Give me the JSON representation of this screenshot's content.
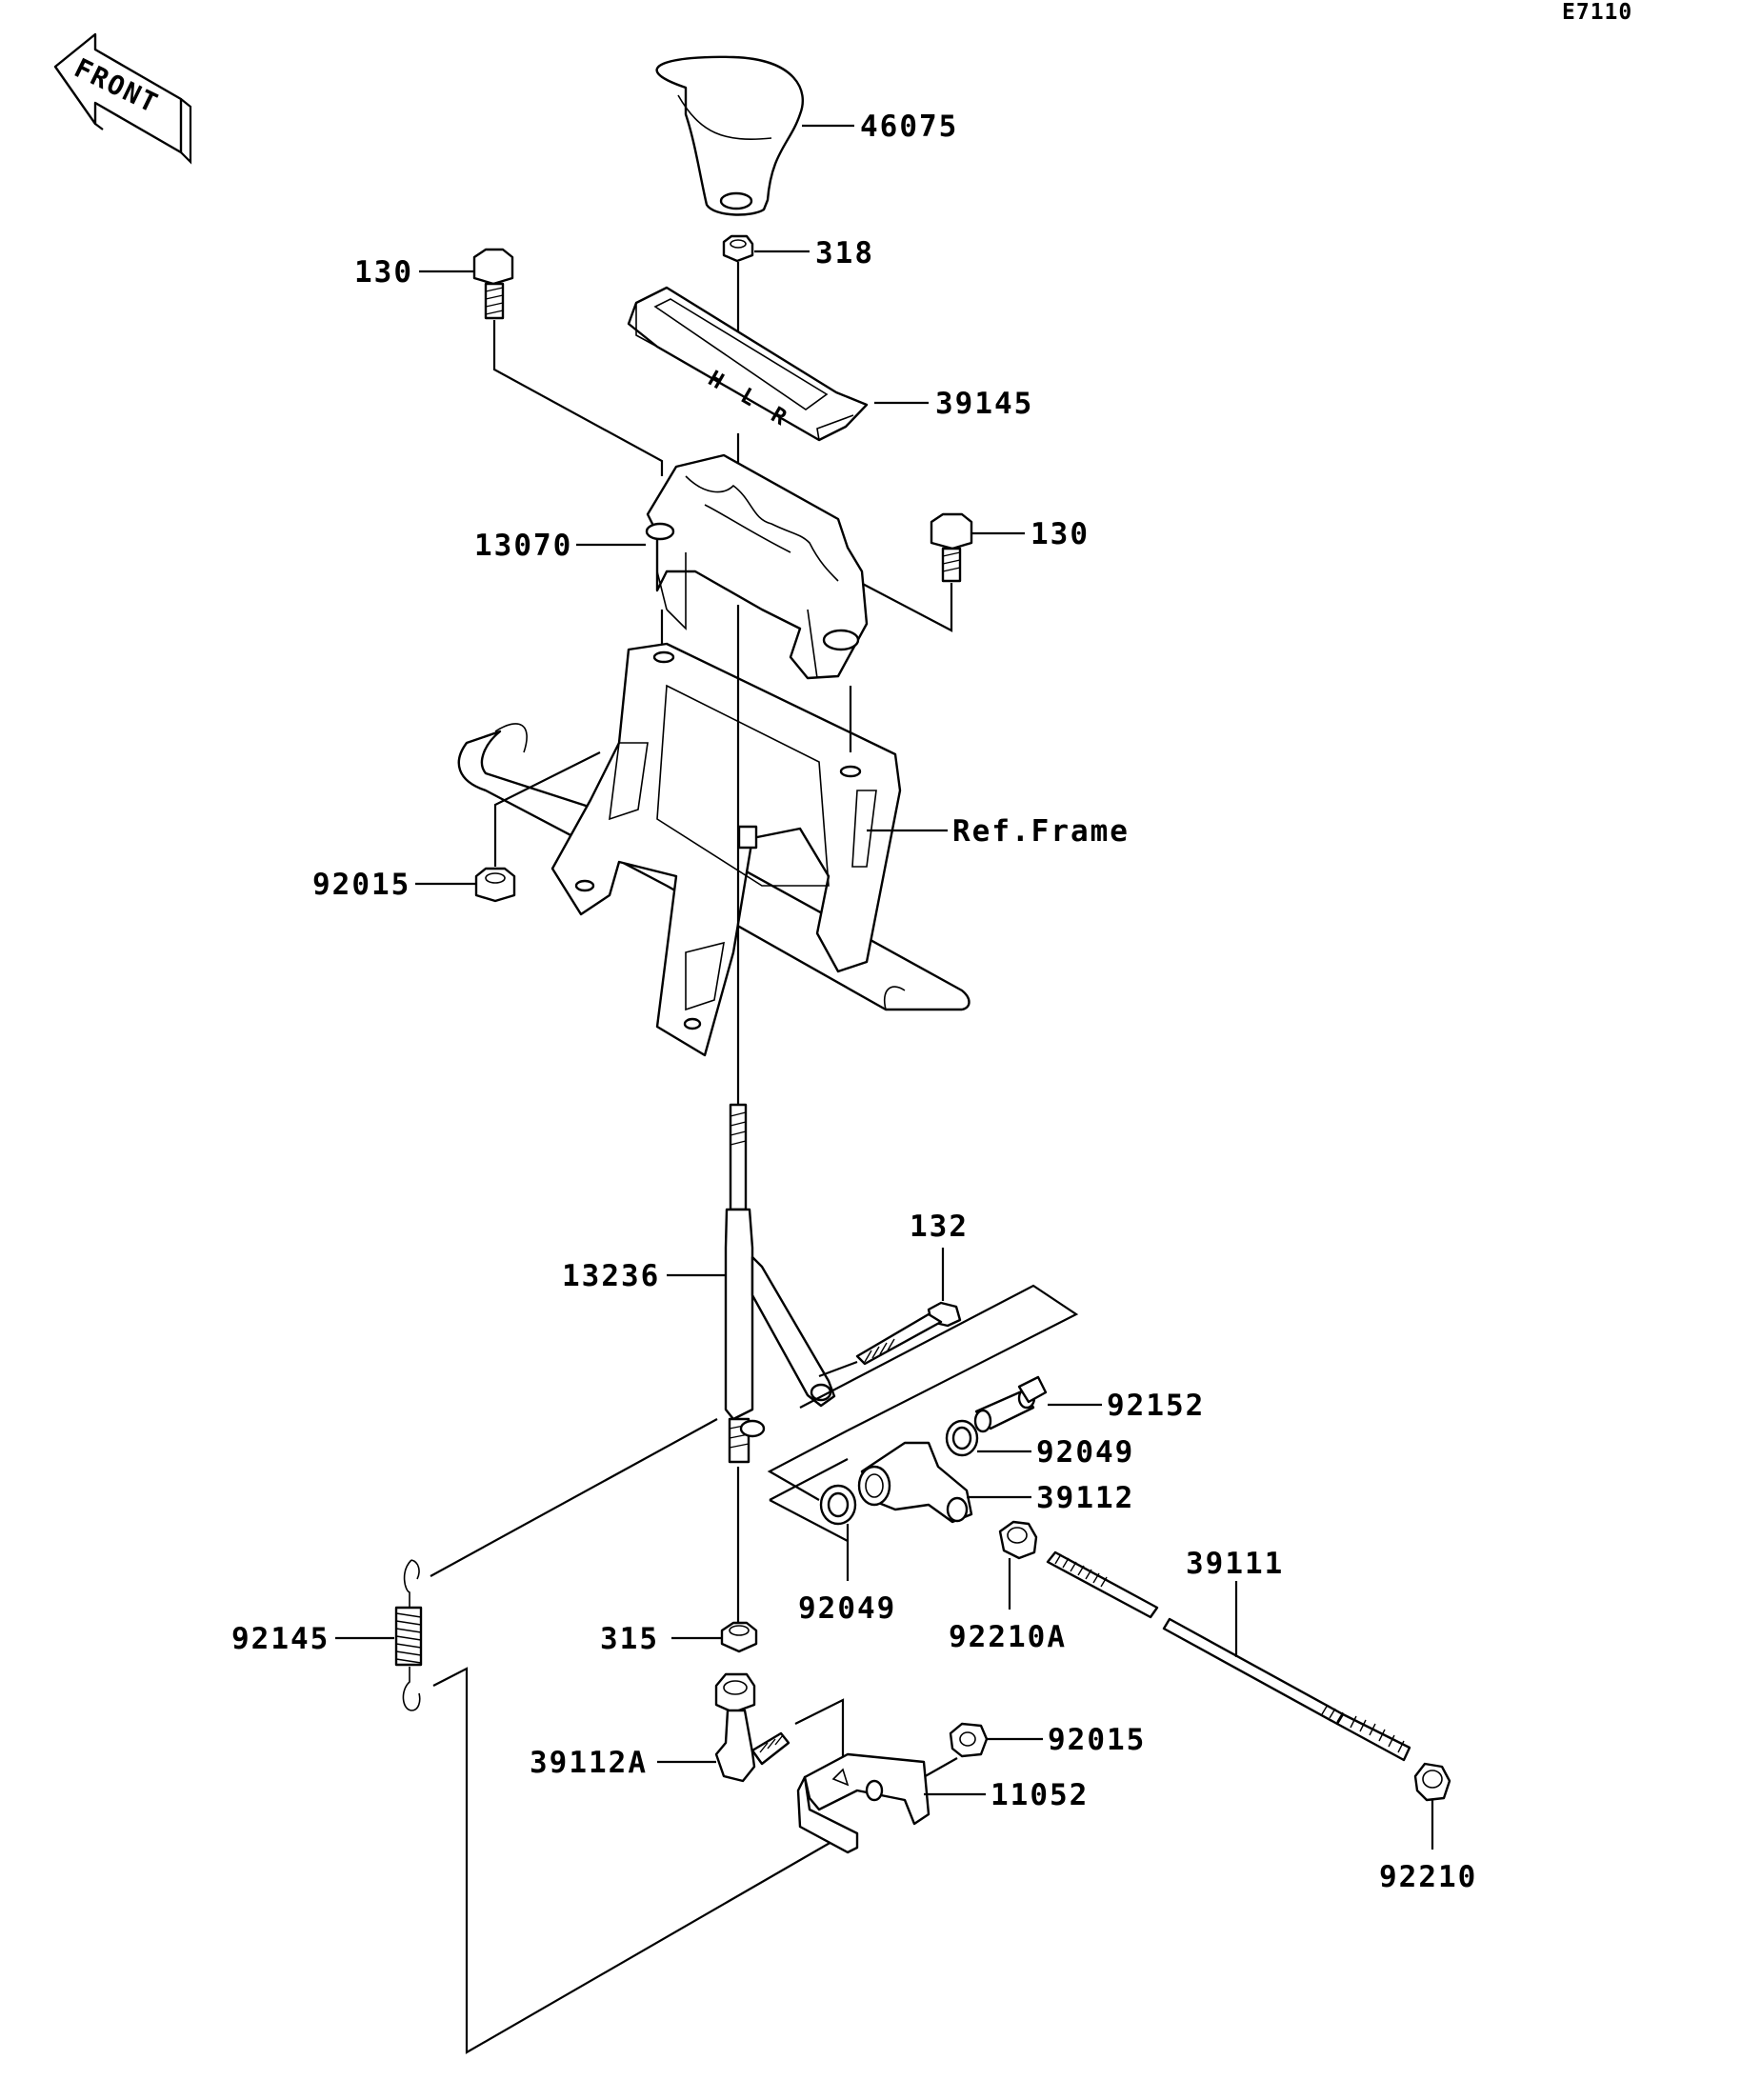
{
  "diagram_code": "E7110",
  "front_marker": "FRONT",
  "gear_letters": [
    "H",
    "L",
    "R"
  ],
  "labels": {
    "knob": "46075",
    "nut_318": "318",
    "bolt_130_left": "130",
    "cover": "39145",
    "bolt_130_right": "130",
    "holder": "13070",
    "ref_frame": "Ref.Frame",
    "nut_92015_upper": "92015",
    "shift_lever": "13236",
    "bolt_132": "132",
    "collar": "92152",
    "seal_92049_right": "92049",
    "lever_39112": "39112",
    "seal_92049_left": "92049",
    "nut_92210A": "92210A",
    "rod": "39111",
    "spring": "92145",
    "nut_315": "315",
    "joint": "39112A",
    "nut_92015_lower": "92015",
    "bracket": "11052",
    "nut_92210": "92210"
  }
}
